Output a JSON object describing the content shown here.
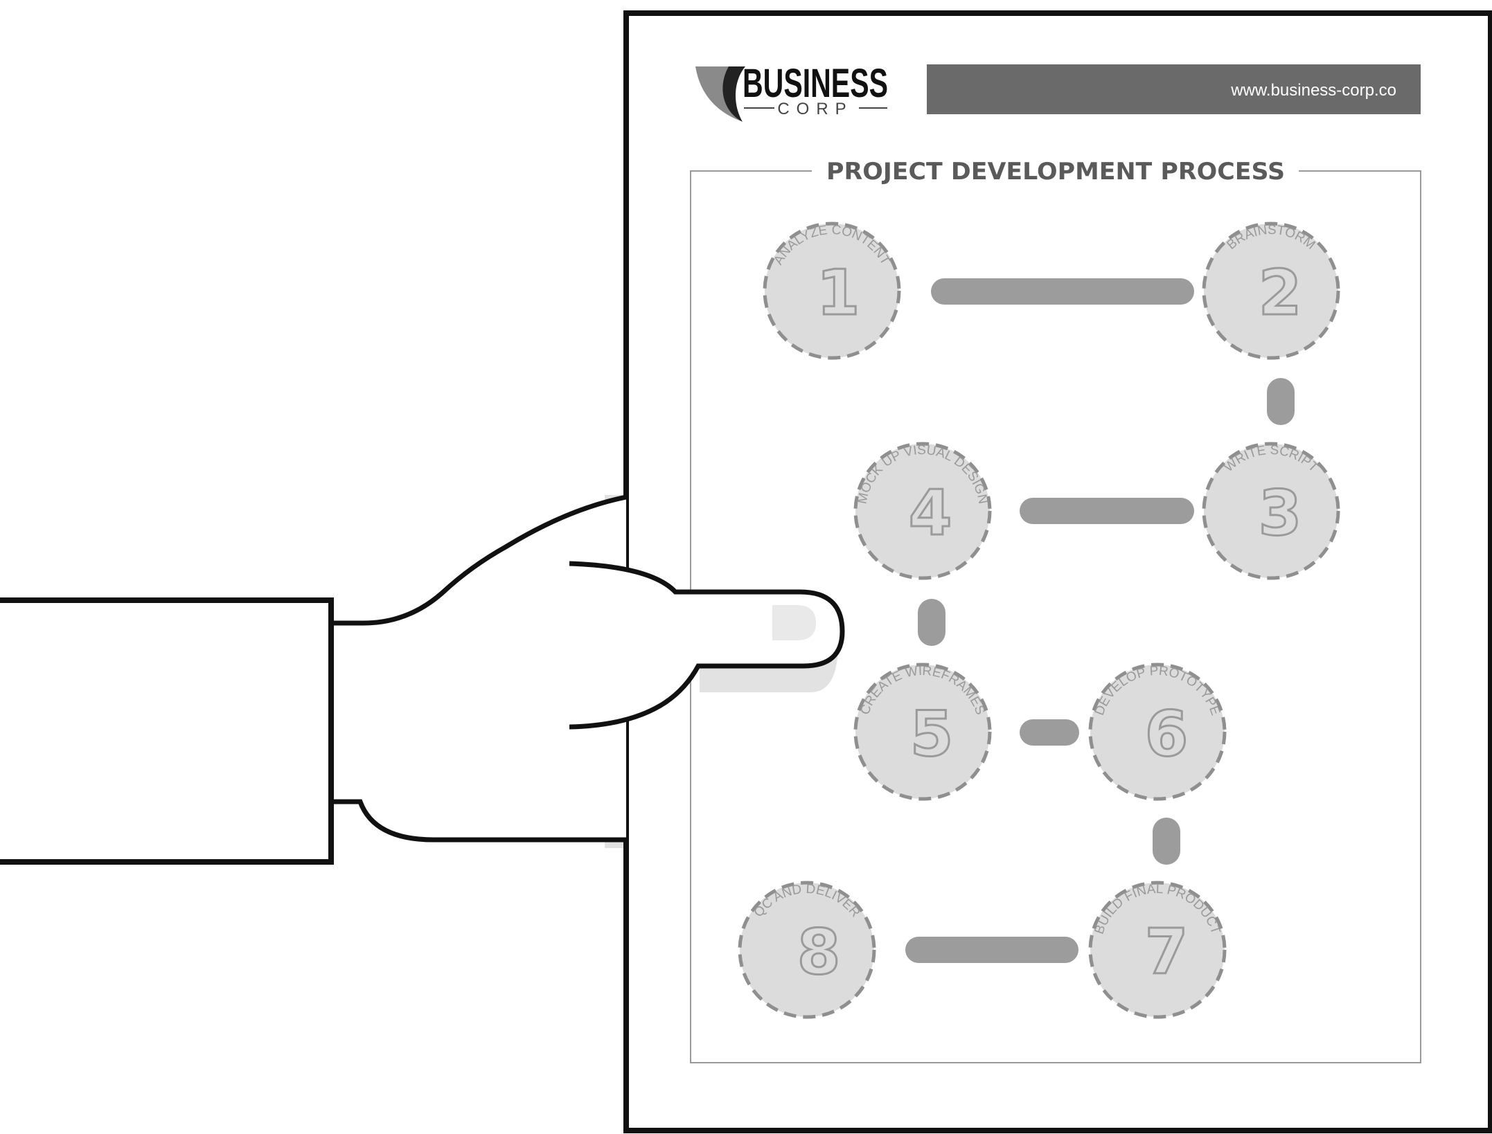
{
  "header": {
    "brand_name": "BUSINESS",
    "brand_sub": "CORP",
    "url": "www.business-corp.co"
  },
  "title": "PROJECT DEVELOPMENT PROCESS",
  "steps": [
    {
      "number": "1",
      "label": "ANALYZE CONTENT"
    },
    {
      "number": "2",
      "label": "BRAINSTORM"
    },
    {
      "number": "3",
      "label": "WRITE SCRIPT"
    },
    {
      "number": "4",
      "label": "MOCK UP VISUAL DESIGN"
    },
    {
      "number": "5",
      "label": "CREATE WIREFRAMES"
    },
    {
      "number": "6",
      "label": "DEVELOP PROTOTYPE"
    },
    {
      "number": "7",
      "label": "BUILD FINAL PRODUCT"
    },
    {
      "number": "8",
      "label": "QC AND DELIVER"
    }
  ],
  "colors": {
    "outline": "#111111",
    "header_bar": "#6a6a6a",
    "circle_fill": "#dcdcdc",
    "circle_dash": "#8f8f8f",
    "connector": "#9c9c9c",
    "title": "#5a5a5a",
    "shadow": "#e2e2e2"
  }
}
